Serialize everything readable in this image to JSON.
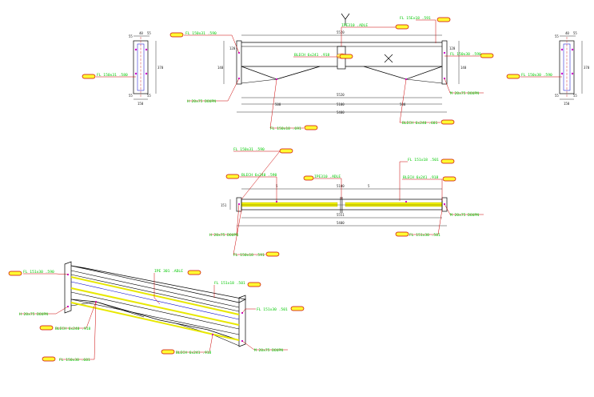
{
  "colors": {
    "background": "#ffffff",
    "label_text": "#00c800",
    "leader": "#cc0000",
    "tag_fill": "#ffff33",
    "steel_outline": "#000000",
    "highlight_member": "#e8e800",
    "tie_rod": "#0000cc",
    "node_dot": "#cc00cc",
    "dimension": "#1a1a1a"
  },
  "icons": {
    "section_mark": "y-section-arrow-icon",
    "cross_mark": "x-cross-icon"
  },
  "elevation": {
    "labels": {
      "top_left": "FL 150x31 .590",
      "top_center": "IPE310 .ADLE",
      "top_right": "FL 15Ex18 .591",
      "mid_center": "BLECH 6x241 .918",
      "mid_right": "FL 150x30 .590",
      "bottom_left": "H 20x75 DOUPN",
      "bottom_right": "M 20x75 DOUPN",
      "below_center": "FL 150x10 .691",
      "below_right": "BLECH 6x240 .601"
    },
    "dims": {
      "top": "5520",
      "seg_left": "500",
      "seg_mid": "5100",
      "seg_right": "500",
      "total": "5400",
      "left_a": "140",
      "left_b": "120",
      "right_a": "140",
      "right_b": "120"
    }
  },
  "left_section": {
    "label": "FL 150x31 .580",
    "dims": {
      "top_a": "55",
      "top_b": "40",
      "top_c": "55",
      "side": "370",
      "bot": "150",
      "bot_a": "55",
      "bot_c": "55"
    }
  },
  "right_section": {
    "label": "FL 150x30 .590",
    "dims": {
      "top_a": "55",
      "top_b": "40",
      "top_c": "55",
      "side": "370",
      "bot": "150",
      "bot_a": "55",
      "bot_c": "55"
    }
  },
  "plan": {
    "labels": {
      "top_left": "FL 150x31 .590",
      "left_2": "BLECH 6x240 .590",
      "center": "IPE310 .ADLE",
      "top_right": "FL 151x18 .501",
      "right_2": "BLECH 6x241 .918",
      "right_bolt": "M 20x75 DOUPN",
      "left_bolt": "H 20x75 DOUPN",
      "bottom_left": "FL 150x18 .591",
      "bottom_right": "FL 151x30 .501"
    },
    "dims": {
      "seg_l": "5",
      "seg_m": "5100",
      "seg_r": "5",
      "top": "5551",
      "total": "5400",
      "side": "151"
    }
  },
  "iso": {
    "labels": {
      "top_left": "FL 151x30 .590",
      "left_bolt": "H 20x75 DOUPN",
      "left_blech": "BLECH 6x240 .918",
      "bottom_left": "FL 150x30 .601",
      "center": "IPE 301 .ADLE",
      "top_right": "FL 151x18 .501",
      "right": "FL 151x30 .501",
      "bottom_center": "BLECH 6x241 .918",
      "bottom_bolt": "M 20x75 DOUPN"
    }
  }
}
